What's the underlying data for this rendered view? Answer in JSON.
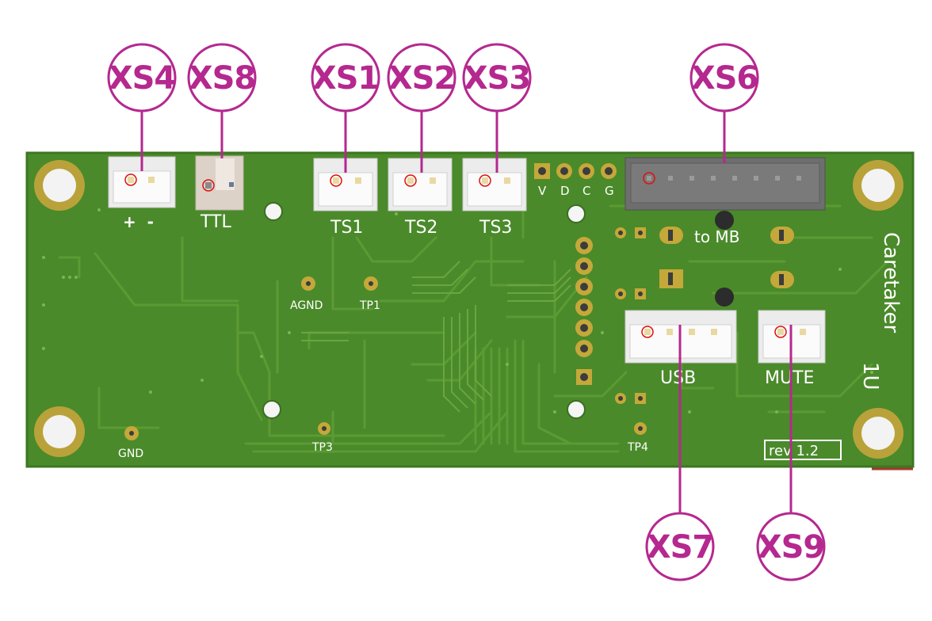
{
  "colors": {
    "pcb": "#4d8a2c",
    "pcb_edge": "#3f7a24",
    "trace": "#5f9b37",
    "pad_gold": "#c4a83a",
    "silkscreen": "#ffffff",
    "callout": "#b5288f",
    "connector_body": "#ececec",
    "header_body": "#6b6b6b"
  },
  "callouts": {
    "xs4": "XS4",
    "xs8": "XS8",
    "xs1": "XS1",
    "xs2": "XS2",
    "xs3": "XS3",
    "xs6": "XS6",
    "xs7": "XS7",
    "xs9": "XS9"
  },
  "silkscreen": {
    "plus_minus": "+  -",
    "ttl": "TTL",
    "ts1": "TS1",
    "ts2": "TS2",
    "ts3": "TS3",
    "pin_v": "V",
    "pin_d": "D",
    "pin_c": "C",
    "pin_g": "G",
    "to_mb": "to MB",
    "agnd": "AGND",
    "tp1": "TP1",
    "tp3": "TP3",
    "tp4": "TP4",
    "gnd": "GND",
    "usb": "USB",
    "mute": "MUTE",
    "board_name_1": "Caretaker",
    "board_name_2": "1U",
    "revision": "rev 1.2"
  }
}
